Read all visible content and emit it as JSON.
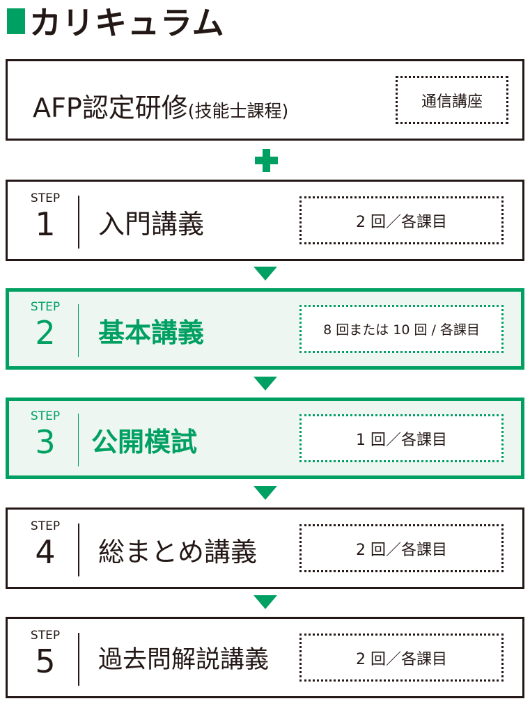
{
  "title": "カリキュラム",
  "intro": {
    "name": "AFP認定研修",
    "sub": "(技能士課程)",
    "badge": "通信講座"
  },
  "step_label": "STEP",
  "steps": [
    {
      "num": "1",
      "name": "入門講義",
      "count": "2 回／各課目"
    },
    {
      "num": "2",
      "name": "基本講義",
      "count": "8 回または 10 回 / 各課目"
    },
    {
      "num": "3",
      "name": "公開模試",
      "count": "1 回／各課目"
    },
    {
      "num": "4",
      "name": "総まとめ講義",
      "count": "2 回／各課目"
    },
    {
      "num": "5",
      "name": "過去問解説講義",
      "count": "2 回／各課目"
    }
  ],
  "colors": {
    "accent": "#00a062",
    "highlight_bg": "#eef6f1",
    "ink": "#231815"
  }
}
